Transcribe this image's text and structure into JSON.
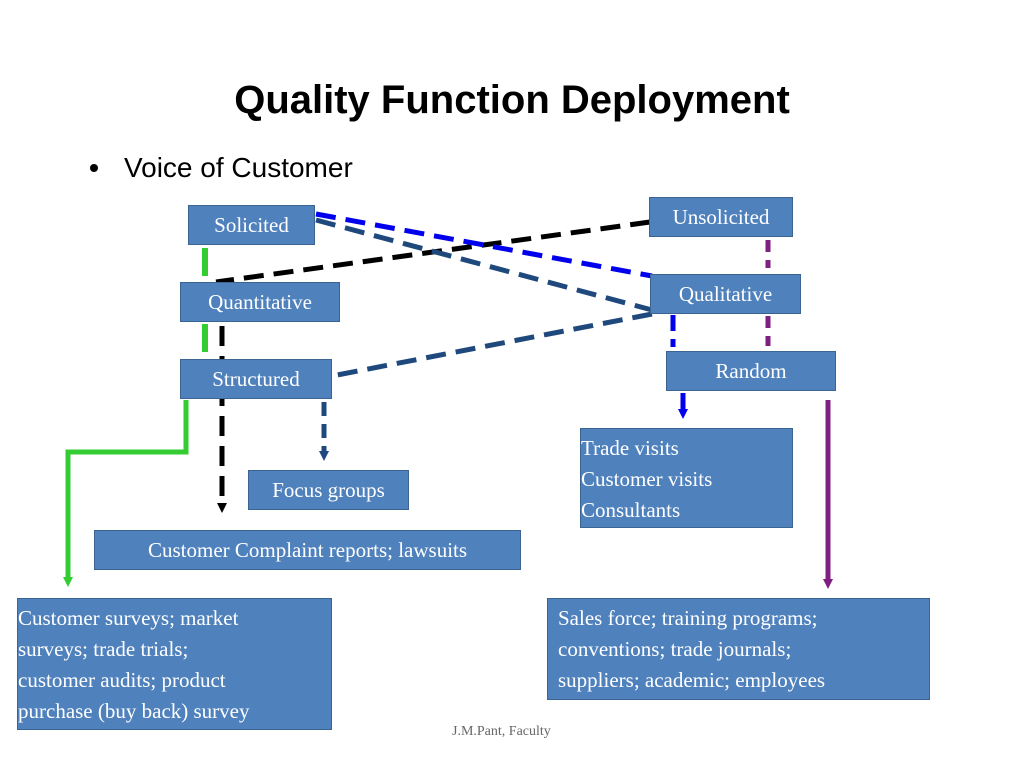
{
  "slide": {
    "title": "Quality Function Deployment",
    "bullet": "Voice of Customer",
    "footer": "J.M.Pant, Faculty"
  },
  "diagram": {
    "nodes": {
      "solicited": "Solicited",
      "unsolicited": "Unsolicited",
      "quantitative": "Quantitative",
      "qualitative": "Qualitative",
      "structured": "Structured",
      "random": "Random",
      "focus_groups": "Focus groups",
      "complaints": "Customer Complaint reports; lawsuits",
      "trade_visits": [
        "Trade visits",
        "Customer visits",
        "Consultants"
      ],
      "surveys": [
        "Customer surveys; market",
        "surveys; trade trials;",
        "customer audits; product",
        "purchase (buy back) survey"
      ],
      "sales_force": [
        "Sales force; training programs;",
        "conventions; trade journals;",
        "suppliers; academic; employees"
      ]
    },
    "colors": {
      "box_fill": "#4f81bd",
      "green": "#33cc33",
      "black": "#000000",
      "blue": "#0000ee",
      "navy": "#1f497d",
      "purple": "#7f1f7f"
    }
  }
}
